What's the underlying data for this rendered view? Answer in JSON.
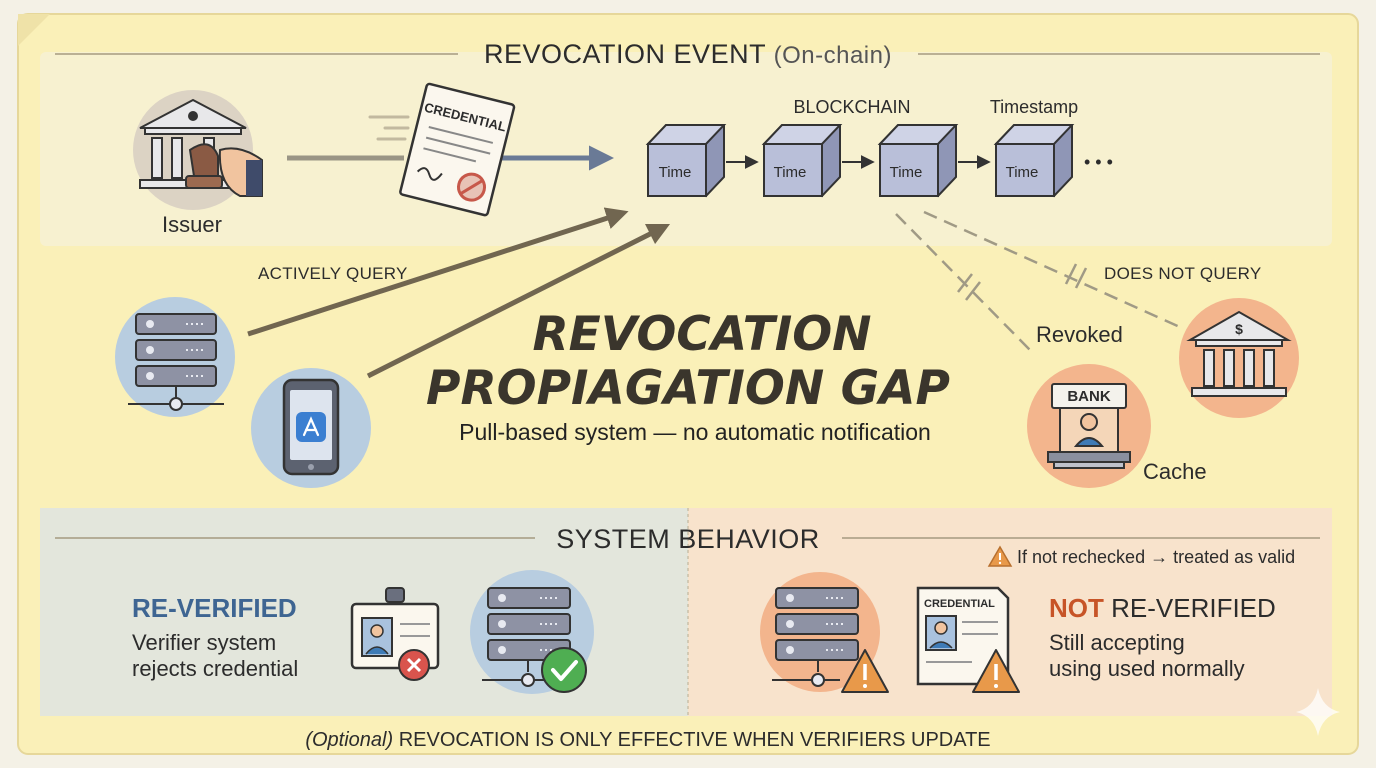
{
  "top": {
    "title": "REVOCATION EVENT",
    "title_suffix": "(On-chain)",
    "issuer_label": "Issuer",
    "credential_label": "CREDENTIAL",
    "blockchain_label": "BLOCKCHAIN",
    "timestamp_label": "Timestamp",
    "blocks": [
      "Time",
      "Time",
      "Time",
      "Time"
    ],
    "ellipsis": "• • •"
  },
  "middle": {
    "actively_query": "ACTIVELY QUERY",
    "does_not_query": "DOES NOT QUERY",
    "gap_line1": "REVOCATION",
    "gap_line2": "PROPIAGATION GAP",
    "pull_note": "Pull-based system — no automatic notification",
    "revoked_label": "Revoked",
    "cache_label": "Cache",
    "bank_sign": "BANK",
    "dollar": "$"
  },
  "behavior": {
    "title": "SYSTEM BEHAVIOR",
    "warning": "If not rechecked → treated as valid",
    "left_title": "RE-VERIFIED",
    "left_desc_1": "Verifier system",
    "left_desc_2": "rejects credential",
    "right_title_highlight": "NOT",
    "right_title_rest": " RE-VERIFIED",
    "right_desc_1": "Still accepting",
    "right_desc_2": "using used normally",
    "doc_label": "CREDENTIAL"
  },
  "footer": {
    "optional": "(Optional)",
    "text": " REVOCATION IS ONLY EFFECTIVE WHEN VERIFIERS UPDATE"
  },
  "colors": {
    "paper": "#faf0b8",
    "top_band": "#f7f1d0",
    "left_panel": "#e3e6dc",
    "right_panel": "#f8e3cc",
    "arrow_blue": "#6a7a96",
    "arrow_brown": "#716650",
    "block": "#b9bfd9",
    "accent_blue": "#3e6592",
    "accent_orange": "#c75427",
    "success": "#4fae52",
    "danger": "#d9544d",
    "warning": "#e8994a"
  }
}
